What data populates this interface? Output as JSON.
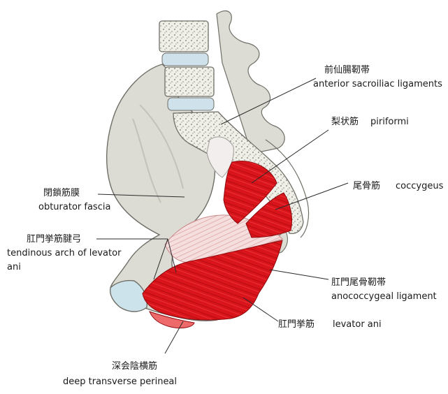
{
  "labels": {
    "anterior_sacroiliac": {
      "ja": "前仙腸靭帯",
      "en": "anterior sacroiliac ligaments"
    },
    "piriformis": {
      "ja": "梨状筋",
      "en": "piriformi"
    },
    "coccygeus": {
      "ja": "尾骨筋",
      "en": "coccygeus"
    },
    "obturator_fascia": {
      "ja": "閉鎖筋膜",
      "en": "obturator fascia"
    },
    "tendinous_arch": {
      "ja": "肛門挙筋腱弓",
      "en_line1": "tendinous arch of levator",
      "en_line2": "ani"
    },
    "anococcygeal": {
      "ja": "肛門尾骨靭帯",
      "en": "anococcygeal ligament"
    },
    "levator_ani": {
      "ja": "肛門挙筋",
      "en": "levator ani"
    },
    "deep_transverse_perineal": {
      "ja": "深会陰横筋",
      "en": "deep transverse perineal"
    }
  },
  "colors": {
    "bone": "#dcdcd4",
    "bone_edge": "#6f6f68",
    "vertebra": "#efefe8",
    "disc": "#cfe1ea",
    "muscle": "#d9141a",
    "muscle_light": "#ee6a6a",
    "fascia": "#f3dada",
    "leader": "#2b2b2b"
  }
}
